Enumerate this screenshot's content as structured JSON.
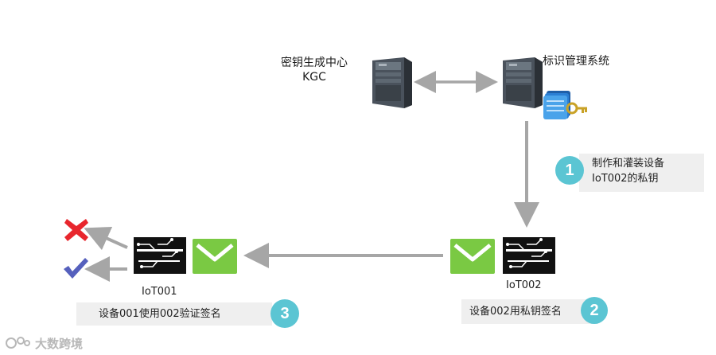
{
  "kgc": {
    "title": "密钥生成中心",
    "abbr": "KGC"
  },
  "ims": {
    "title": "标识管理系统"
  },
  "steps": [
    {
      "number": "1",
      "lines": [
        "制作和灌装设备",
        "IoT002的私钥"
      ]
    },
    {
      "number": "2",
      "text": "设备002用私钥签名"
    },
    {
      "number": "3",
      "text": "设备001使用002验证签名"
    }
  ],
  "devices": {
    "left": "IoT001",
    "right": "IoT002"
  },
  "results": {
    "fail": "x-mark-icon",
    "success": "check-mark-icon"
  },
  "watermark": "大数跨境",
  "colors": {
    "accent": "#5bc5d3",
    "envelope": "#7ac943",
    "arrow": "#a6a6a6",
    "fail": "#e8262d",
    "success": "#5560bd",
    "note_bg": "#efefef"
  }
}
